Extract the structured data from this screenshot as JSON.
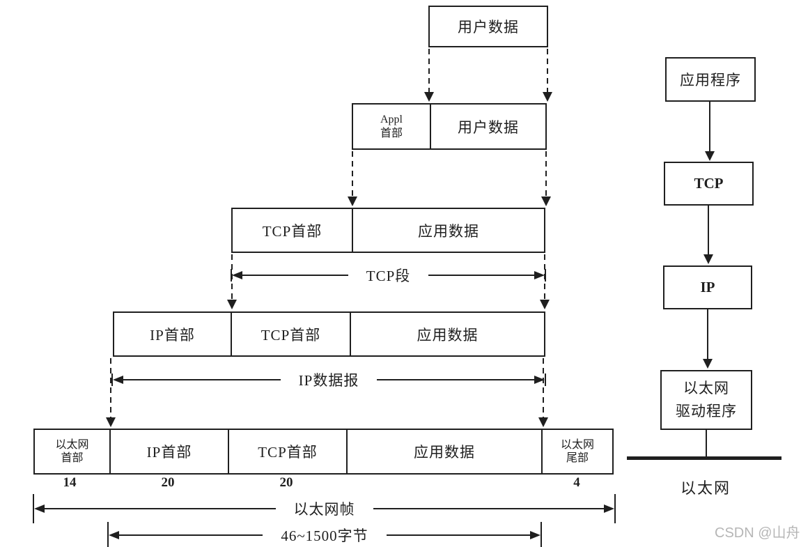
{
  "stack": {
    "rows": [
      {
        "name": "user-data-row",
        "cells": [
          {
            "label": "用户数据"
          }
        ]
      },
      {
        "name": "appl-row",
        "cells": [
          {
            "line1": "Appl",
            "line2": "首部"
          },
          {
            "label": "用户数据"
          }
        ]
      },
      {
        "name": "tcp-segment-row",
        "cells": [
          {
            "label": "TCP首部"
          },
          {
            "label": "应用数据"
          }
        ]
      },
      {
        "name": "ip-datagram-row",
        "cells": [
          {
            "label": "IP首部"
          },
          {
            "label": "TCP首部"
          },
          {
            "label": "应用数据"
          }
        ]
      },
      {
        "name": "ethernet-frame-row",
        "cells": [
          {
            "line1": "以太网",
            "line2": "首部"
          },
          {
            "label": "IP首部"
          },
          {
            "label": "TCP首部"
          },
          {
            "label": "应用数据"
          },
          {
            "line1": "以太网",
            "line2": "尾部"
          }
        ]
      }
    ],
    "byte_counts": [
      "14",
      "20",
      "20",
      "4"
    ],
    "span_labels": {
      "tcp_segment": "TCP段",
      "ip_datagram": "IP数据报",
      "ethernet_frame": "以太网帧",
      "payload_range": "46~1500字节"
    }
  },
  "protocol_stack": {
    "nodes": [
      {
        "label": "应用程序"
      },
      {
        "label": "TCP"
      },
      {
        "label": "IP"
      },
      {
        "line1": "以太网",
        "line2": "驱动程序"
      }
    ],
    "bus_label": "以太网"
  },
  "watermark": "CSDN @山舟",
  "colors": {
    "line": "#1f1f1f",
    "background": "#ffffff",
    "watermark": "#b6b6b6"
  }
}
